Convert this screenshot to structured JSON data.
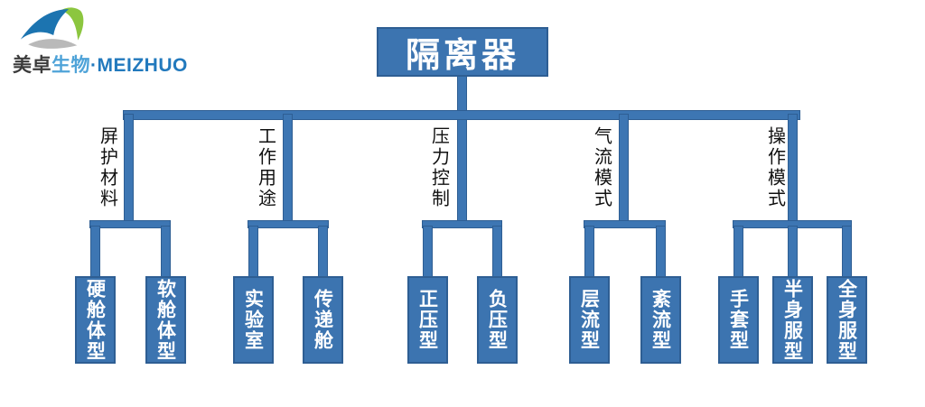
{
  "logo": {
    "text_primary": "美卓",
    "text_secondary": "生物",
    "separator": "·",
    "text_latin": "MEIZHUO"
  },
  "root": {
    "label": "隔离器"
  },
  "branches": [
    {
      "label": "屏护材料",
      "children": [
        "硬舱体型",
        "软舱体型"
      ]
    },
    {
      "label": "工作用途",
      "children": [
        "实验室",
        "传递舱"
      ]
    },
    {
      "label": "压力控制",
      "children": [
        "正压型",
        "负压型"
      ]
    },
    {
      "label": "气流模式",
      "children": [
        "层流型",
        "紊流型"
      ]
    },
    {
      "label": "操作模式",
      "children": [
        "手套型",
        "半身服型",
        "全身服型"
      ]
    }
  ],
  "colors": {
    "node_fill": "#3C74B0",
    "node_border": "#2E5E93",
    "connector": "#3D76B3",
    "node_text": "#FFFFFF",
    "label_text": "#111111",
    "logo_blue": "#1C74B0",
    "logo_green": "#8CC63F",
    "logo_gray": "#B9B9B9",
    "logo_text_dark": "#3B3B3B",
    "logo_text_lightblue": "#4FA3D8",
    "logo_text_blue": "#2279BD"
  }
}
